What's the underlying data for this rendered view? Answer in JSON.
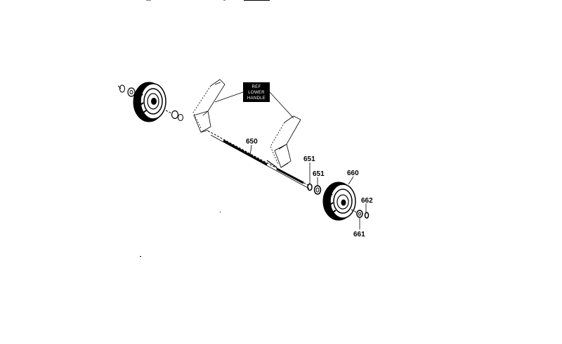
{
  "diagram": {
    "note_label": [
      "REF",
      "LOWER",
      "HANDLE"
    ],
    "parts": [
      {
        "id": "650"
      },
      {
        "id": "651"
      },
      {
        "id": "651"
      },
      {
        "id": "660"
      },
      {
        "id": "662"
      },
      {
        "id": "661"
      }
    ]
  }
}
